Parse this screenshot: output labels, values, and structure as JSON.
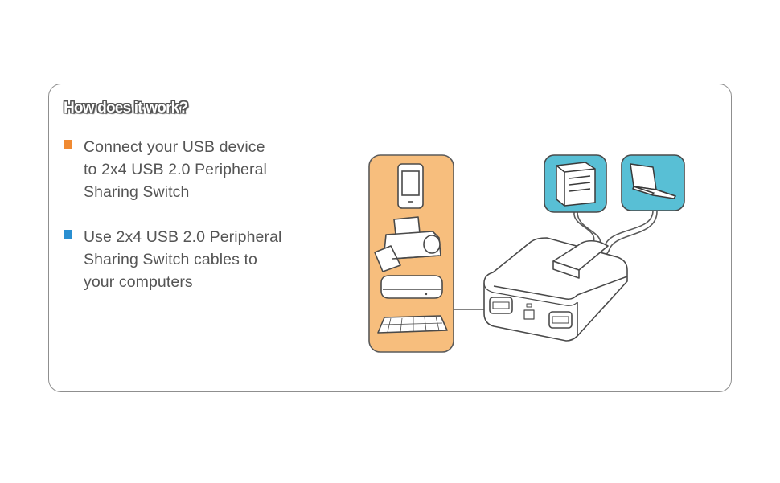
{
  "heading": "How does it work?",
  "steps": [
    {
      "lines": [
        "Connect your USB device",
        "to 2x4 USB 2.0 Peripheral",
        "Sharing Switch"
      ],
      "bullet_color": "#f08a32"
    },
    {
      "lines": [
        "Use 2x4 USB 2.0 Peripheral",
        "Sharing Switch cables to",
        "your computers"
      ],
      "bullet_color": "#2a8fd1"
    }
  ],
  "diagram": {
    "device_panel_color": "#f7be7d",
    "computer_tile_color": "#58bfd5",
    "devices_icons": [
      "phone-icon",
      "printer-icon",
      "external-drive-icon",
      "keyboard-icon"
    ],
    "computer_icons": [
      "desktop-tower-icon",
      "laptop-icon"
    ],
    "hub_icon": "usb-sharing-switch-icon"
  }
}
